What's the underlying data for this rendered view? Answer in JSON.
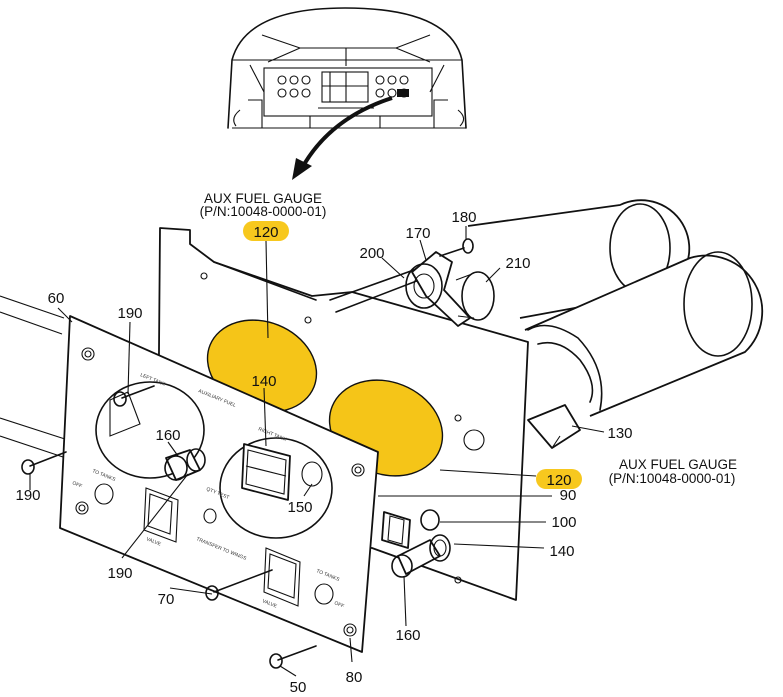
{
  "callouts": {
    "c50": "50",
    "c60": "60",
    "c70": "70",
    "c80": "80",
    "c90": "90",
    "c100": "100",
    "c120a": "120",
    "c120b": "120",
    "c130": "130",
    "c140a": "140",
    "c140b": "140",
    "c150": "150",
    "c160a": "160",
    "c160b": "160",
    "c170": "170",
    "c180": "180",
    "c190a": "190",
    "c190b": "190",
    "c190c": "190",
    "c200": "200",
    "c210": "210"
  },
  "captions": {
    "top_title": "AUX FUEL GAUGE",
    "top_pn": "(P/N:10048-0000-01)",
    "right_title": "AUX FUEL GAUGE",
    "right_pn": "(P/N:10048-0000-01)"
  },
  "panel_markings": {
    "left_tank": "LEFT TANK",
    "right_tank": "RIGHT TANK",
    "aux_fuel": "AUXILIARY FUEL",
    "to_tanks_left": "TO TANKS",
    "to_tanks_right": "TO TANKS",
    "off_left": "OFF",
    "off_right": "OFF",
    "qty_test": "QTY TEST",
    "valve_left": "VALVE",
    "valve_right": "VALVE",
    "transfer": "TRANSFER TO WINGS"
  },
  "colors": {
    "highlight": "#f5c518",
    "ink": "#111111"
  },
  "icons": {
    "cockpit_inset": "cockpit-overview-icon",
    "pointer_arrow": "curved-arrow-icon"
  }
}
